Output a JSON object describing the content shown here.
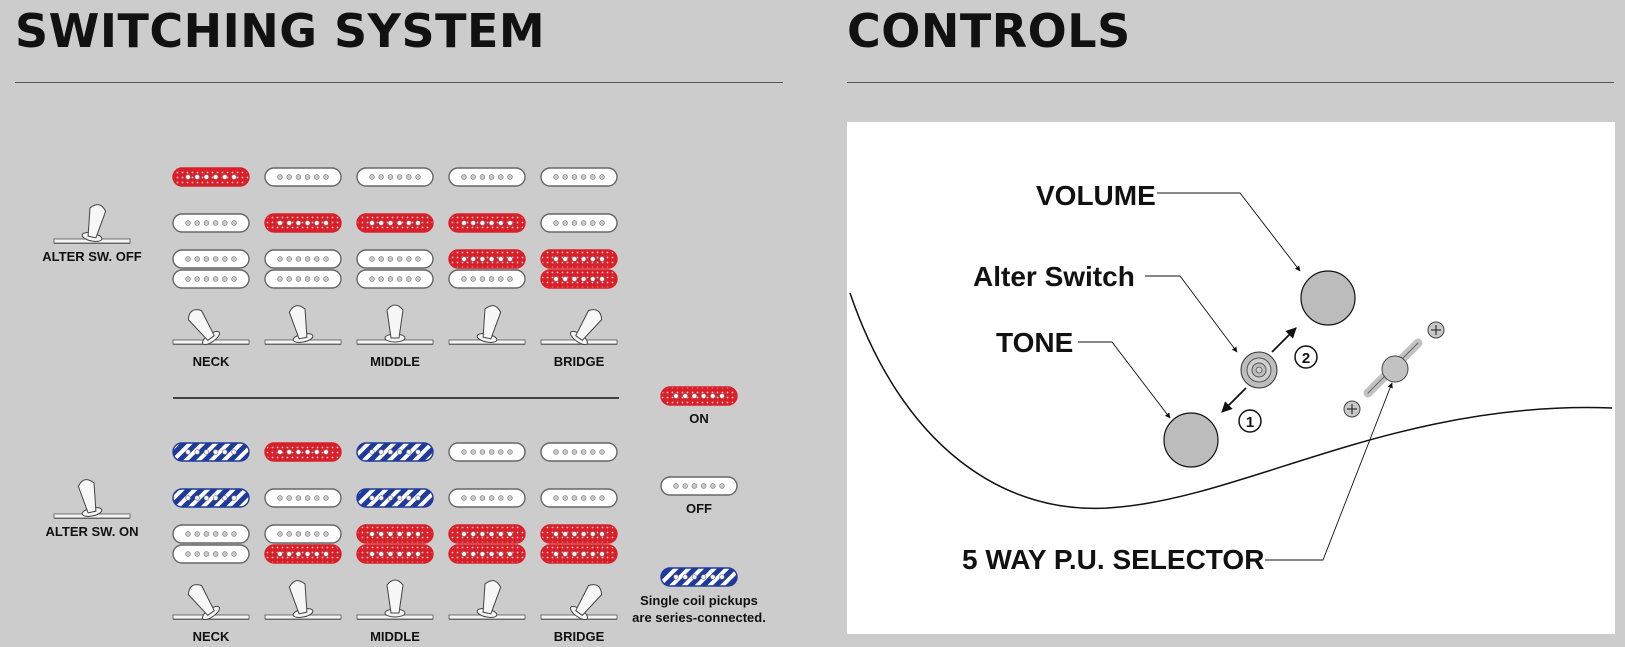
{
  "switching": {
    "title": "SWITCHING SYSTEM",
    "alter_off_label": "ALTER SW. OFF",
    "alter_on_label": "ALTER SW. ON",
    "positions": [
      "NECK",
      "",
      "MIDDLE",
      "",
      "BRIDGE"
    ],
    "legend": {
      "on": "ON",
      "off": "OFF",
      "series_line1": "Single coil pickups",
      "series_line2": "are series-connected."
    },
    "alter_off_states": {
      "neck": [
        "on",
        "off",
        "off",
        "off",
        "off"
      ],
      "middle": [
        "off",
        "on",
        "on",
        "on",
        "off"
      ],
      "bridge_top": [
        "off",
        "off",
        "off",
        "on",
        "on"
      ],
      "bridge_bottom": [
        "off",
        "off",
        "off",
        "off",
        "on"
      ]
    },
    "alter_on_states": {
      "neck": [
        "series",
        "on",
        "series",
        "off",
        "off"
      ],
      "middle": [
        "series",
        "off",
        "series",
        "off",
        "off"
      ],
      "bridge_top": [
        "off",
        "off",
        "on",
        "on",
        "on"
      ],
      "bridge_bottom": [
        "off",
        "on",
        "on",
        "on",
        "on"
      ]
    }
  },
  "controls": {
    "title": "CONTROLS",
    "volume": "VOLUME",
    "alter_switch": "Alter Switch",
    "tone": "TONE",
    "selector": "5 WAY P.U. SELECTOR",
    "step1": "1",
    "step2": "2"
  },
  "colors": {
    "background": "#cccccc",
    "on_red": "#d8202a",
    "series_blue": "#1f3a9a",
    "off_white": "#ffffff"
  }
}
